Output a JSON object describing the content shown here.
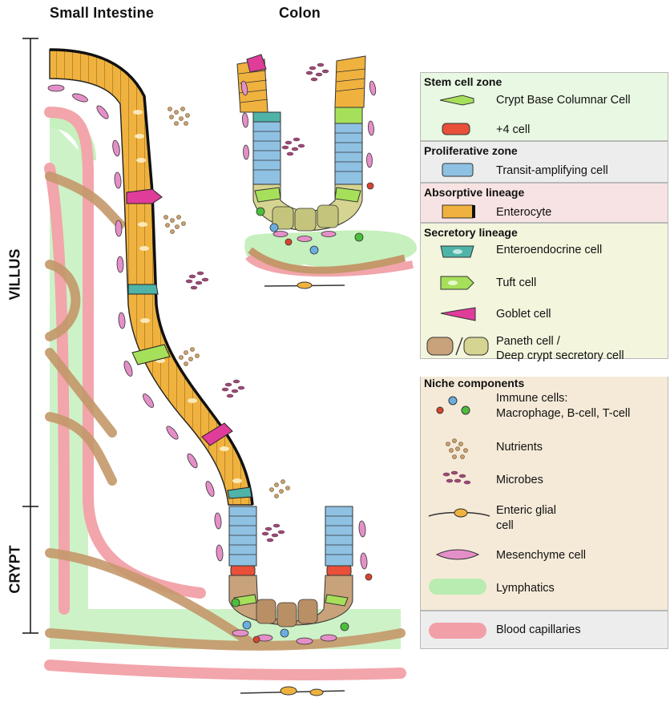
{
  "titles": {
    "small_intestine": "Small Intestine",
    "colon": "Colon",
    "villus": "VILLUS",
    "crypt": "CRYPT"
  },
  "legend": {
    "stem": {
      "header": "Stem cell zone",
      "cbc": "Crypt Base Columnar Cell",
      "plus4": "+4 cell"
    },
    "proliferative": {
      "header": "Proliferative zone",
      "ta": "Transit-amplifying cell"
    },
    "absorptive": {
      "header": "Absorptive lineage",
      "enterocyte": "Enterocyte"
    },
    "secretory": {
      "header": "Secretory lineage",
      "enteroendocrine": "Enteroendocrine cell",
      "tuft": "Tuft cell",
      "goblet": "Goblet cell",
      "paneth_1": "Paneth cell /",
      "paneth_2": "Deep crypt secretory cell"
    },
    "niche": {
      "header": "Niche components",
      "immune_1": "Immune cells:",
      "immune_2": "Macrophage, B-cell, T-cell",
      "nutrients": "Nutrients",
      "microbes": "Microbes",
      "glial_1": "Enteric glial",
      "glial_2": "cell",
      "mesenchyme": "Mesenchyme cell",
      "lymphatics": "Lymphatics"
    },
    "blood": {
      "label": "Blood capillaries"
    }
  },
  "colors": {
    "enterocyte": "#f0b23e",
    "ta_cell": "#8fc1e3",
    "stem_green": "#a6e05a",
    "plus4_red": "#e8503a",
    "enteroendocrine": "#4fb3a8",
    "goblet": "#e03c9a",
    "paneth": "#c8a27a",
    "mesenchyme": "#e58fc8",
    "lymphatics": "#b8ecb0",
    "blood": "#f2a0a8",
    "stem_zone_bg": "#e8f8e2",
    "proliferative_bg": "#ededed",
    "absorptive_bg": "#f7e3e3",
    "secretory_bg": "#f3f5dd",
    "niche_bg": "#f5ead8",
    "blood_bg": "#ededed"
  }
}
